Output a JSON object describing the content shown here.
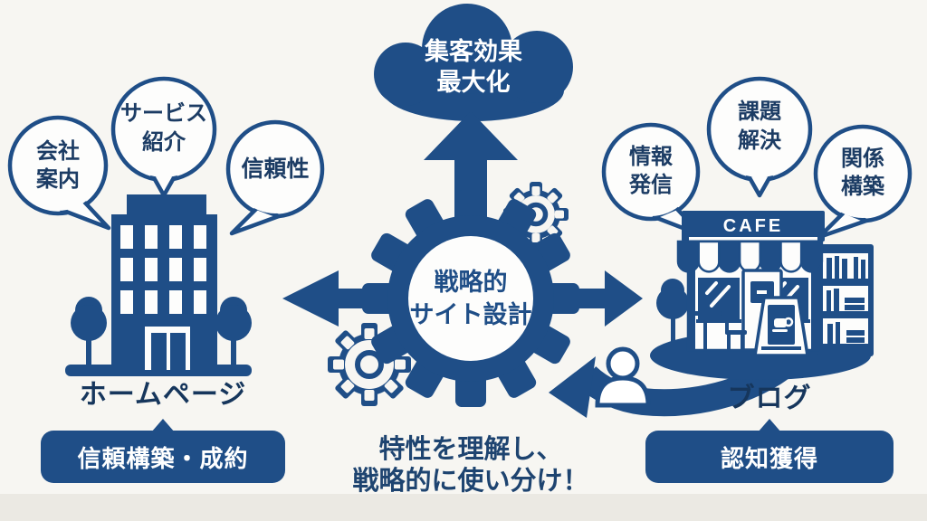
{
  "palette": {
    "primary": "#1F4E87",
    "ink": "#1C3C64",
    "white": "#FFFFFF",
    "background": "#F7F6F2",
    "footer_band": "#EBE9E3"
  },
  "cloud": {
    "line1": "集客効果",
    "line2": "最大化"
  },
  "gear": {
    "line1": "戦略的",
    "line2": "サイト設計"
  },
  "homepage": {
    "bubbles": [
      {
        "line1": "会社",
        "line2": "案内"
      },
      {
        "line1": "サービス",
        "line2": "紹介"
      },
      {
        "line1": "信頼性"
      }
    ],
    "label": "ホームページ",
    "box": "信頼構築・成約"
  },
  "blog": {
    "bubbles": [
      {
        "line1": "情報",
        "line2": "発信"
      },
      {
        "line1": "課題",
        "line2": "解決"
      },
      {
        "line1": "関係",
        "line2": "構築"
      }
    ],
    "label": "ブログ",
    "box": "認知獲得",
    "cafe_sign": "CAFE"
  },
  "footer": {
    "line1": "特性を理解し、",
    "line2": "戦略的に使い分け！"
  }
}
